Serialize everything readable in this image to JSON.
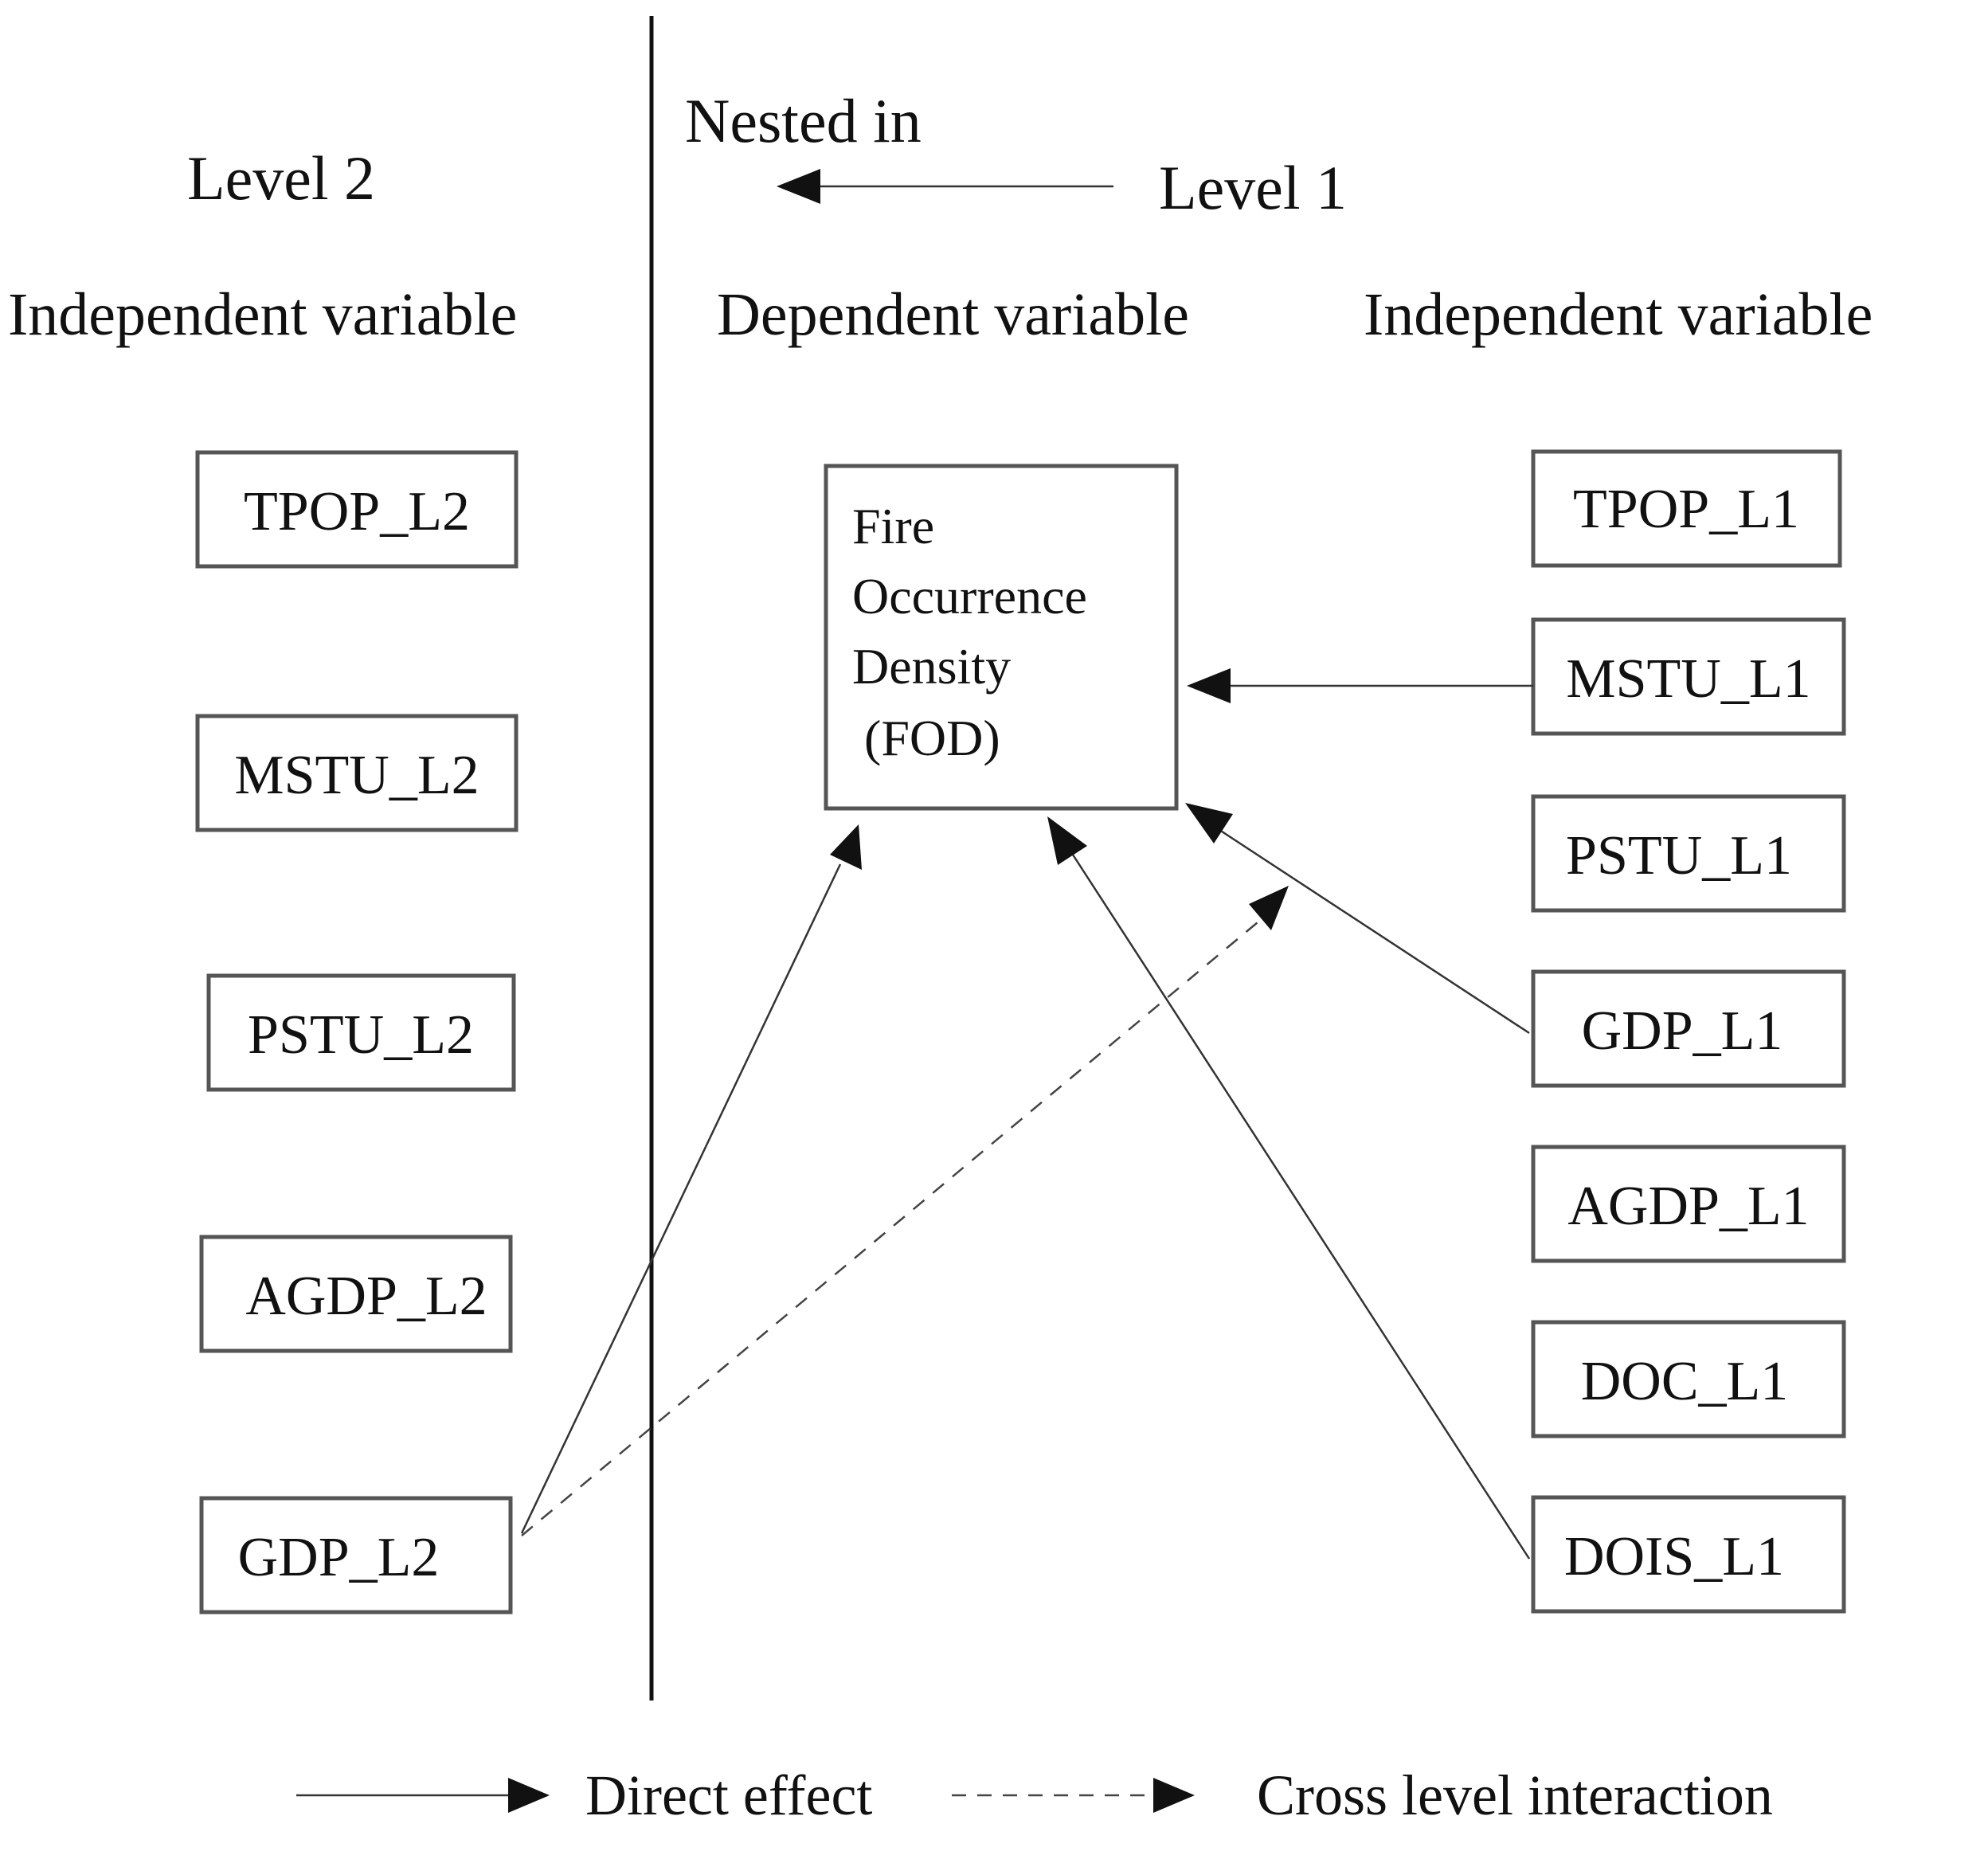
{
  "header": {
    "level2": "Level 2",
    "level1": "Level 1",
    "nested_in": "Nested in",
    "left_heading": "Independent variable",
    "center_heading": "Dependent variable",
    "right_heading": "Independent variable"
  },
  "dependent": {
    "lines": [
      "Fire",
      "Occurrence",
      "Density",
      "(FOD)"
    ]
  },
  "level2_vars": [
    "TPOP_L2",
    "MSTU_L2",
    "PSTU_L2",
    "AGDP_L2",
    "GDP_L2"
  ],
  "level1_vars": [
    "TPOP_L1",
    "MSTU_L1",
    "PSTU_L1",
    "GDP_L1",
    "AGDP_L1",
    "DOC_L1",
    "DOIS_L1"
  ],
  "legend": {
    "direct": "Direct effect",
    "cross": "Cross level interaction"
  }
}
